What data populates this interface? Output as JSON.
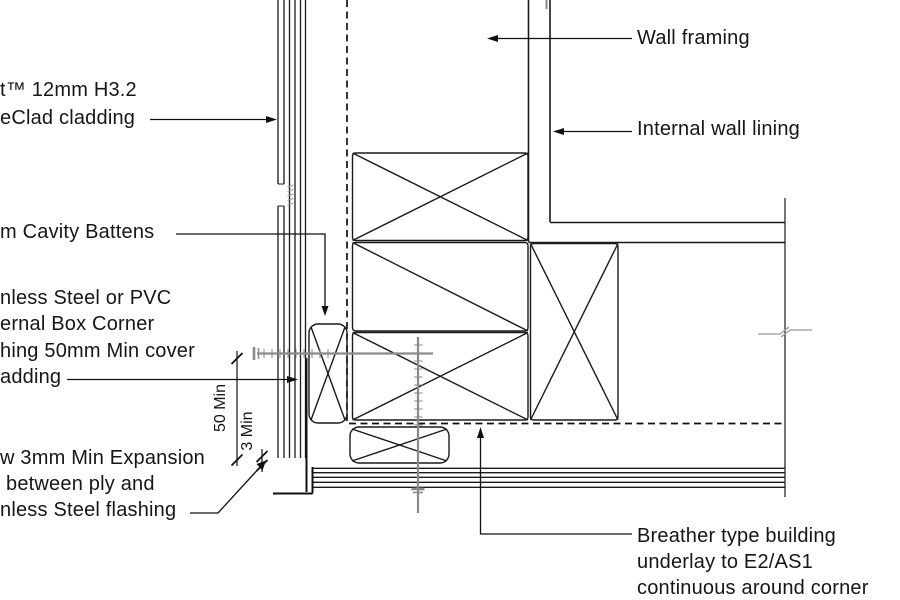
{
  "drawing": {
    "labels": {
      "cladding": {
        "line1": "t™ 12mm H3.2",
        "line2": "eClad cladding"
      },
      "cavity_battens": "m Cavity Battens",
      "corner_flashing": {
        "line1": "nless Steel or PVC",
        "line2": "ernal Box Corner",
        "line3": "hing 50mm Min cover",
        "line4": "adding"
      },
      "expansion_gap": {
        "line1": "w 3mm Min Expansion",
        "line2": "between ply and",
        "line3": "nless Steel flashing"
      },
      "wall_framing": "Wall framing",
      "internal_wall_lining": "Internal wall lining",
      "underlay": {
        "line1": "Breather type building",
        "line2": "underlay to E2/AS1",
        "line3": "continuous around corner"
      }
    },
    "dimensions": {
      "cover": "50 Min",
      "gap": "3 Min"
    },
    "colors": {
      "line": "#1a1a1a",
      "fixing_gray": "#8a8a8a",
      "background": "#ffffff"
    }
  }
}
